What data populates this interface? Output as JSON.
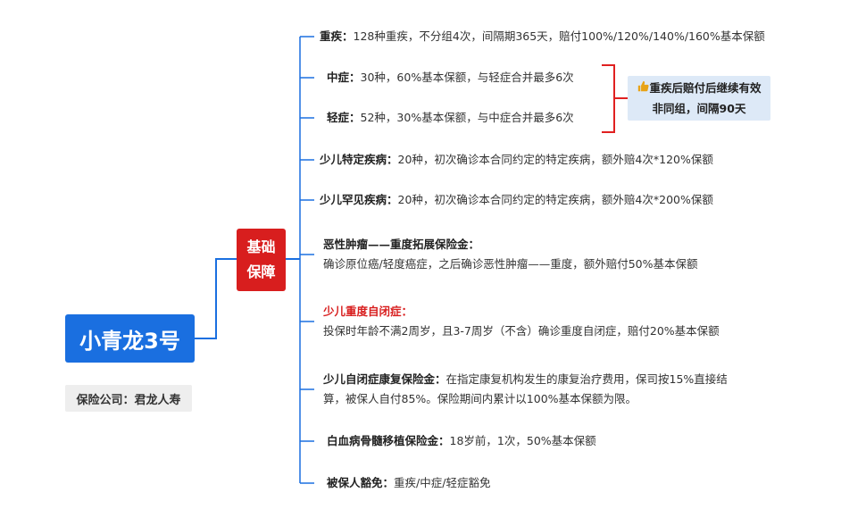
{
  "root": {
    "title": "小青龙3号"
  },
  "company": {
    "label": "保险公司：君龙人寿"
  },
  "category": {
    "line1": "基础",
    "line2": "保障"
  },
  "items": [
    {
      "label": "重疾：",
      "text": "128种重疾，不分组4次，间隔期365天，赔付100%/120%/140%/160%基本保额"
    },
    {
      "label": "中症：",
      "text": "30种，60%基本保额，与轻症合并最多6次"
    },
    {
      "label": "轻症：",
      "text": "52种，30%基本保额，与中症合并最多6次"
    },
    {
      "label": "少儿特定疾病：",
      "text": "20种，初次确诊本合同约定的特定疾病，额外赔4次*120%保额"
    },
    {
      "label": "少儿罕见疾病：",
      "text": "20种，初次确诊本合同约定的特定疾病，额外赔4次*200%保额"
    },
    {
      "label": "恶性肿瘤——重度拓展保险金：",
      "text": "确诊原位癌/轻度癌症，之后确诊恶性肿瘤——重度，额外赔付50%基本保额"
    },
    {
      "label": "少儿重度自闭症：",
      "text": "投保时年龄不满2周岁，且3-7周岁（不含）确诊重度自闭症，赔付20%基本保额"
    },
    {
      "label": "少儿自闭症康复保险金：",
      "text": "在指定康复机构发生的康复治疗费用，保司按15%直接结",
      "text2": "算，被保人自付85%。保险期间内累计以100%基本保额为限。"
    },
    {
      "label": "白血病骨髓移植保险金：",
      "text": "18岁前，1次，50%基本保额"
    },
    {
      "label": "被保人豁免：",
      "text": "重疾/中症/轻症豁免"
    }
  ],
  "note": {
    "icon": "thumbs-up-icon",
    "line1": "重疾后赔付后继续有效",
    "line2": "非同组，间隔90天"
  },
  "colors": {
    "root": "#1a6fe0",
    "category": "#d81e1e",
    "line": "#1a6fe0",
    "bracket": "#e02020",
    "note_bg": "#dde9f7"
  }
}
